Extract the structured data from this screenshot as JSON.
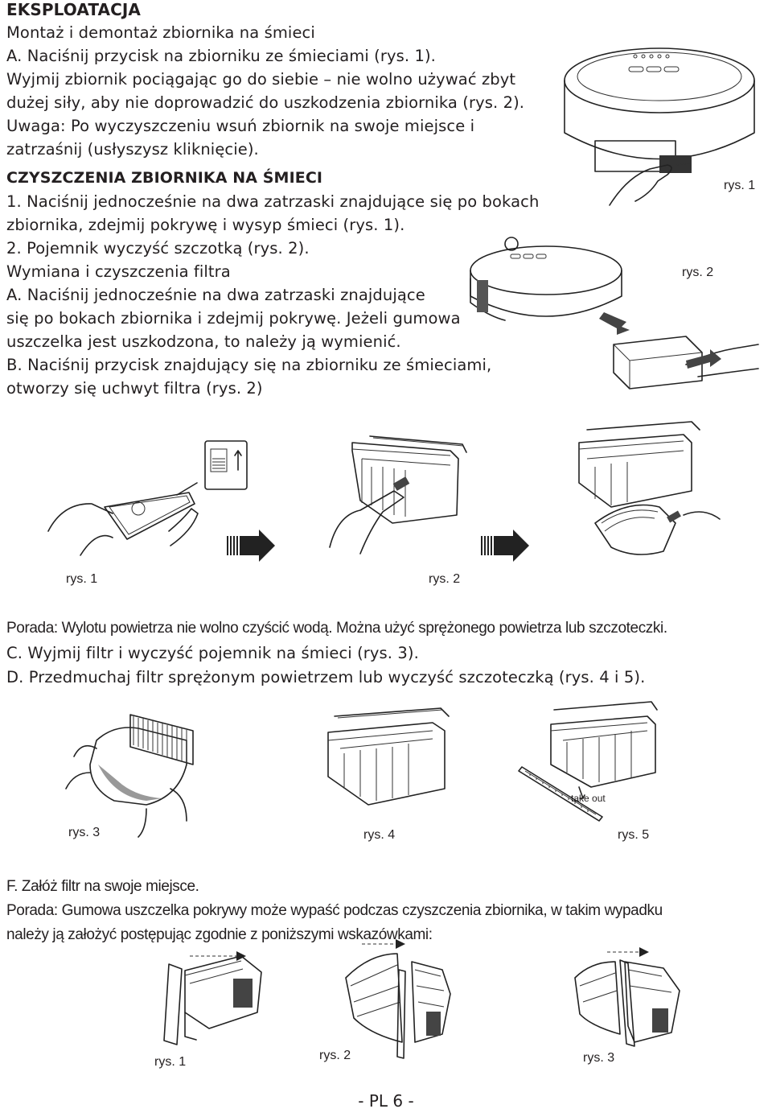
{
  "heading": "EKSPLOATACJA",
  "intro_lines": [
    "Montaż i demontaż zbiornika na śmieci",
    "A. Naciśnij przycisk na zbiorniku ze śmieciami (rys. 1).",
    "Wyjmij zbiornik pociągając go do siebie – nie wolno używać zbyt",
    "dużej siły, aby nie doprowadzić do uszkodzenia zbiornika (rys. 2).",
    "Uwaga: Po wyczyszczeniu wsuń zbiornik na swoje miejsce i",
    "zatrzaśnij (usłyszysz kliknięcie)."
  ],
  "section2_heading": "CZYSZCZENIA ZBIORNIKA NA ŚMIECI",
  "section2_lines": [
    "1. Naciśnij jednocześnie na dwa zatrzaski znajdujące się po bokach",
    "zbiornika, zdejmij pokrywę i wysyp śmieci (rys. 1).",
    "2. Pojemnik wyczyść szczotką (rys. 2).",
    "Wymiana i czyszczenia filtra",
    "A. Naciśnij jednocześnie na dwa zatrzaski znajdujące",
    "się po bokach zbiornika i zdejmij pokrywę. Jeżeli gumowa",
    "uszczelka jest uszkodzona, to należy ją wymienić.",
    "B. Naciśnij przycisk znajdujący się na zbiorniku ze śmieciami,",
    "otworzy się uchwyt filtra (rys. 2)"
  ],
  "captions": {
    "top_rys1": "rys. 1",
    "top_rys2": "rys. 2",
    "mid_rys1": "rys. 1",
    "mid_rys2": "rys. 2",
    "filter_rys3": "rys. 3",
    "filter_rys4": "rys. 4",
    "filter_rys5": "rys. 5",
    "take_out": "take out",
    "bottom_rys1": "rys. 1",
    "bottom_rys2": "rys. 2",
    "bottom_rys3": "rys. 3"
  },
  "tip1": "Porada: Wylotu powietrza nie wolno czyścić wodą. Można użyć sprężonego powietrza lub szczoteczki.",
  "step_c": "C. Wyjmij filtr i wyczyść pojemnik na śmieci (rys. 3).",
  "step_d": "D. Przedmuchaj filtr sprężonym powietrzem lub wyczyść szczoteczką (rys. 4 i 5).",
  "step_f": "F. Załóż filtr na swoje miejsce.",
  "tip2_lines": [
    "Porada: Gumowa uszczelka pokrywy może wypaść podczas czyszczenia zbiornika, w takim wypadku",
    "należy ją założyć postępując zgodnie z poniższymi wskazówkami:"
  ],
  "footer": "- PL 6 -"
}
